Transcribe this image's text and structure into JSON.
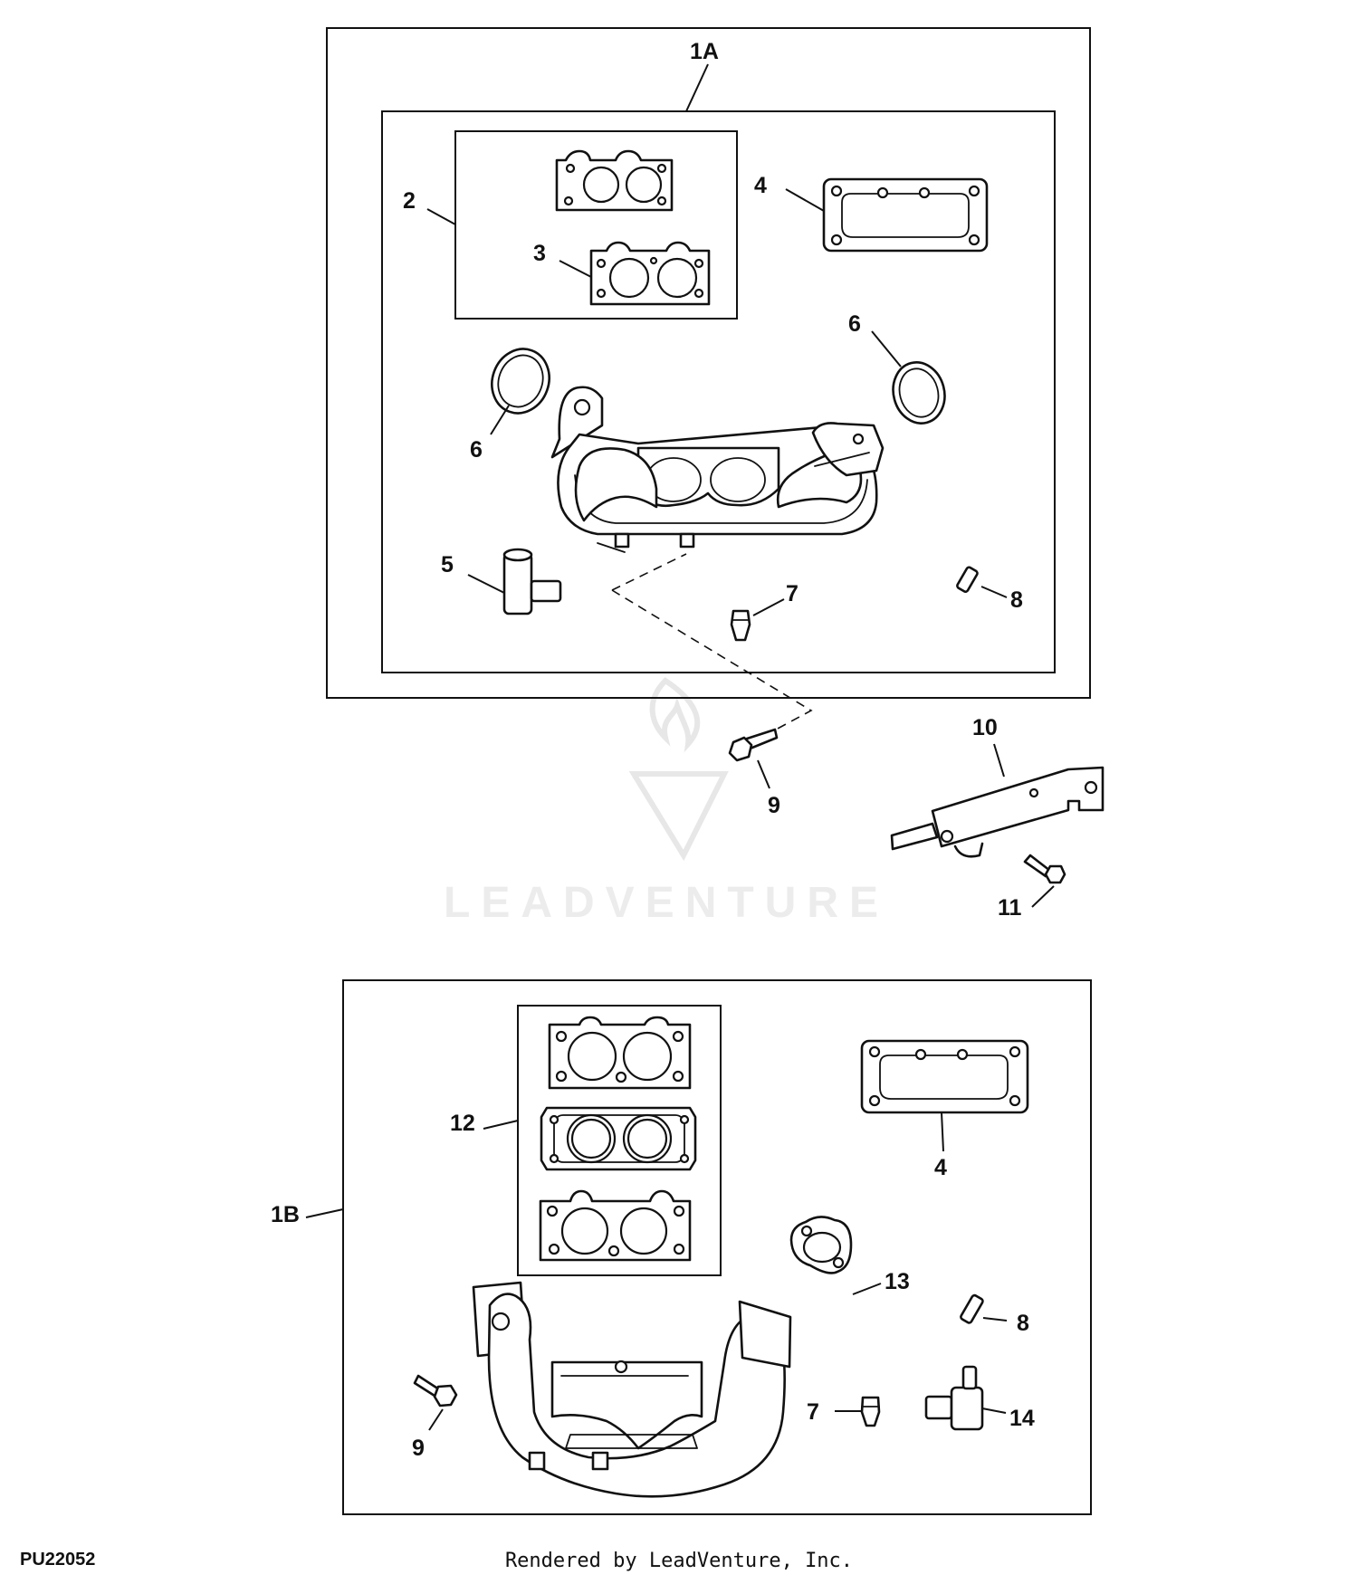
{
  "diagram": {
    "drawing_id": "PU22052",
    "render_credit": "Rendered by LeadVenture, Inc.",
    "watermark": "LEADVENTURE",
    "callouts": {
      "c_1A": "1A",
      "c_2": "2",
      "c_3": "3",
      "c_4a": "4",
      "c_6a": "6",
      "c_6b": "6",
      "c_5": "5",
      "c_7a": "7",
      "c_8a": "8",
      "c_9a": "9",
      "c_10": "10",
      "c_11": "11",
      "c_1B": "1B",
      "c_12": "12",
      "c_4b": "4",
      "c_13": "13",
      "c_8b": "8",
      "c_9b": "9",
      "c_7b": "7",
      "c_14": "14"
    }
  }
}
